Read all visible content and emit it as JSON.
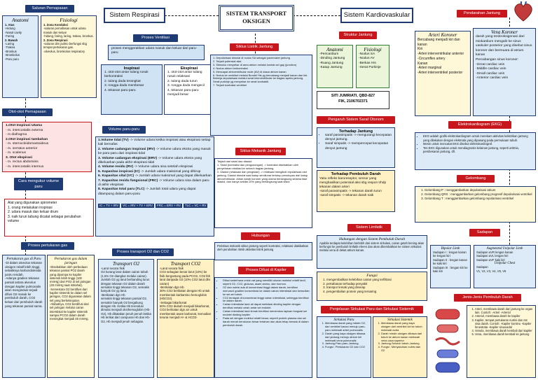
{
  "main": {
    "title_left": "Sistem Respirasi",
    "title_center_line1": "SISTEM TRANSPORT",
    "title_center_line2": "OKSIGEN",
    "title_right": "Sistem Kardiovaskular"
  },
  "author": {
    "line1": "SITI JUMRIATI, QBD-827",
    "line2": "FIK, 2106702371"
  },
  "saluran": {
    "header": "Saluran Pernapasan",
    "anatomi_title": "Anatomi",
    "anatomi_items": [
      "1. Atas",
      "-Hidung",
      "-Nasal cavity",
      "-Faring",
      "2. Bawah",
      "-Laring",
      "-Trakea",
      "-Bronkus",
      "-Bronkiolus",
      "-Paru paru"
    ],
    "fisiologi_title": "Fisiologi",
    "fisiologi_items": [
      "1. Zona Konduksi",
      "-saluran pernafasan untuk udara masuk dan keluar",
      "-hidung, faring, laring, trakea, bronkus.",
      "2. Zona Respirasi",
      "-saluran dim pulmo berfungsi sbg tempat pertukaran gas.",
      "-alveolus, bronkiolus respiratory"
    ]
  },
  "ventilasi": {
    "header": "Proses Ventilasi",
    "desc": "proses menggerakkan udara masuk dan keluar dari paru-paru",
    "inspirasi_title": "Inspirasi",
    "inspirasi_items": [
      "1. otot-otot antar tulang rusuk berkontraksi",
      "2. tulang dada terangkat",
      "3. rongga dada membesar",
      "4. tekanan paru-paru"
    ],
    "ekspirasi_title": "Ekspirasi",
    "ekspirasi_items": [
      "1. otot-otot antar tulang rusuk relaksasi",
      "2. tulang dada turun",
      "3. rongga dada mengecil",
      "4. tekanan paru-paru menjadi besar"
    ]
  },
  "otot": {
    "header": "Otot-otot Pernapasan",
    "items": [
      "1.Otot Inspirasi Utama",
      "- m. intercostalis externa",
      "- m diafragma",
      "2.Otot inspirasi tambahan",
      "- m. sternocleidomastoideus",
      "- m. serratus anterior",
      "- m. scalenus",
      "3. Otot ekspirasi",
      "- m. rectus abdominis",
      "- m. intercostalis internus"
    ]
  },
  "volume": {
    "header": "Volume paru-paru",
    "items": [
      "1.Volume tidal (TV) -> Volume udara ketika inspirasi atau ekspirasi setiap kali bernafas",
      "2. Volume cadangan inspirasi (IRV) -> Volume udara ekstra yang masuk ke paru-paru dari inspirasi tidal",
      "3. Volume cadangan ekspirasi (ERV) -> Volume udara ekstra yang dikeluarkan pada akhir ekspirasi tidal",
      "4. Volume residu (RV) -> Volume udara sisa setelah ekspirasi",
      "5. Kapasitas inspirasi (IC) -> Jumlah udara maksimal yang dihirup",
      "6. Kapasitas vital (VC) -> Jumlah udara maksimal yang dapat dikeluarkan",
      "7. Kapasitas residu fungsional (FRC) -> Volume udara sisa dalam paru di akhir ekspirasi",
      "8. Kapasitas total paru (TLC) -> Jumlah total udara yang dapat ditampung dalam paru-paru"
    ],
    "formulas": [
      "IC = TV + IRV",
      "VC = IRV + TV + ERV",
      "FRC = ERV + RV",
      "TLC = VC + RV"
    ]
  },
  "mengukur": {
    "header": "Cara mengukur volume paru",
    "items": [
      "Alat yang digunakan spirometer",
      "1. orang melakukan inspirasi",
      "2. udara masuk dan keluar drum",
      "3. naik turun tabung dicatat sebagai perubahan volume"
    ]
  },
  "pertukaran": {
    "header": "Proses pertukaran gas",
    "paru_title": "Pertukaran gas di Paru",
    "paru_text": "-Di dalam alveolus tekanan oksigen relatif lebih tinggi, sebaliknya karbondioksida justru rendah.\n-Adanya gradien tekanan parsial antara alveolus dengan kapiler pulmonalis akan mengindusi terjadi difusi O2 masuk ke pembuluh darah, CO2 keluar dari pembuluh darah yang tekanan parsial sama.",
    "jaringan_title": "Pertukaran gas dalam jaringan",
    "jaringan_text": "-Disebabkan oleh perbedaan tekanan parsial PO2 darah yang dipompa ke kapiler sistemik lebih tinggi (100 mmHg) dari PO2 di sel jaringan (40 mmHg saat istirahat).\n-Semestara O2 berdifusi dari kapiler sistemik ke dalam sel jaringan, CO2 digunakan dalam sel yang berkelanjutan.\n-Akibatnya, CO2 berdifusi dari sel jaringan melalui cairan interstisial ke kapiler sistemik sampai PCO2 dalam darah meningkat menjadi 45 mmHg."
  },
  "transport": {
    "header": "Proses transport O2 dan CO2",
    "o2_title": "Transport O2",
    "o2_text": "-Larut secara fisik\nO2 kurang larut dalam cairan tubuh (1,5% O2 diangkut melalui cairan). Jumlah O2 yg larut berbanding lurus dengan tekanan O2 dalam darah semakin tinggi tekanan O2, semakin banyak O2 yg larut.\n-Berikatan dgn Hb\nsemakin tinggi tekanan parsial O2, semakin banyak O2 bergabung dengan Hb. Ketika Hb terendusi dimulai menjadi oksihemoglobin (Hb-O2), Hb dikatakan jenuh penuh ketika Hb terikat dari campuran Hb dan Hb-O2, Hb menjadi jenuh sebagian.",
    "co2_title": "Transport CO2",
    "co2_text": "-Larut secara fisik\nCO2 sebagian besar larut (10%) ke fisik bergantung pada PCO2, CO2 lbh larut daripada O2 (10% CO2 larut dlm cairan)\n-Berikatan dgn Hb\n30% CO2 berikatan dengan Hb untuk membentuk karbamino hemoglobin (HbCO2).\n-Sebagai bikarbonat\n60% CO2 diubah menjadi bikarbonat, CO2 berikatan dgn air untuk membentuk asam karbonat, kemudian terurai menjadi H+ & HCO3-"
  },
  "struktur": {
    "header": "Struktur Jantung",
    "anatomi_title": "Anatomi",
    "anatomi_items": [
      "-Pericardium",
      "-Dinding Jantung",
      "-Ruang Jantung",
      "-Katup Jantung"
    ],
    "fisiologi_title": "Fisiologi",
    "fisiologi_items": [
      "-Nodus SA",
      "-Nodus AV",
      "-Berkas His",
      "-Serat Purkinje"
    ]
  },
  "siklus_listrik": {
    "header": "Siklus Listrik Jantung",
    "items": [
      "Depolarisasi dimulai di nodus SA sebagai pacemaker jantung",
      "Terjadi potensial aksi",
      "Stimulus menyebar di area atrium melalui kontak sel gap (junction)",
      "Nodus atrium berkontraksi",
      "Mencapai atrioventrikular node (AV) di dasar atrium kanan",
      "Nodus ke ventrikel melalui Bundel His yg bercabang menjadi kanan dan kiri. Bekerja depolarisasi melalui serat interventrikular ke bagian apeks jantung. Serat purkinje yg menyebar ke serat kontraktil.",
      "Terjadi kontraksi ventrikel"
    ]
  },
  "siklus_mekanik": {
    "header": "Siklus Mekanik Jantung",
    "text": "Terjadi dari sistol dan diastol:\n1. Sistol (kontraksi dan pengosongan) -> kontraksi disebabkan oleh penyebaran eksitasi ke seluruh bagian jantung.\n2. Diastol (relaksasi dan pengisian) -> relaksasi mengikuti repolarisasi otot jantung. Diastol dimulai saat katup semilunar tertutup penutupan dari katup atrioventrikular. Aliran darah koroner yang utama berlangsung selama fase diastol, dan hanya sekitar 20% yang berlangsung saat sistol"
  },
  "hubungan": {
    "header": "Hubungan",
    "text": "Peristiwa mekanik siklus jantung seperti kontraksi, relaksasi diakibatkan oleh perubahan ritmik aktivitas listrik jantung"
  },
  "saraf": {
    "header": "Pengaruh Sistem Saraf Otonom",
    "terhadap_title": "Terhadap Jantung",
    "terhadap_items": [
      "saraf parasimpatis -> mengurangi kecepatan denyut jantung.",
      "Saraf simpatis -> mempercepat kecepatan denyut jantung"
    ],
    "pembuluh_title": "Terhadap Pembuluh Darah",
    "pembuluh_items": [
      "Yaitu refleks baroreseptor, sensor yang menghasilkan potensial aksi sbg respon trhdp tekanan dalam arteri",
      "-saraf parasimpatis -> tekanan darah turun",
      "-saraf simpatis -> tekanan darah naik"
    ]
  },
  "limfatik": {
    "header": "Sistem Limfatik",
    "hubungan_title": "Hubungan dengan Sistem Pembuluh Darah",
    "hubungan_text": "Apabila terdapat kelebihan berlebih dari sistem sirkulasi, cairan getah bening akan berfungsi ke pembuluh limfatik eferen dan akan dikembalikan ke sistem sirkulasi melalui vena di dekat atrium kanan.",
    "fungsi_title": "Fungsi",
    "fungsi_items": [
      "mengembalikan kelebihan cairan yang terfiltrasi",
      "pertahanan terhadap penyakit",
      "transpor lemak yang diserap",
      "pengembalian protein yang tersaring"
    ]
  },
  "difusi": {
    "header": "Proses Difusi di Kapiler",
    "items": [
      "Difusi sederhana untuk zat yang memiliki ukuran molekul relatif kecil, seperti O2, CO2, glukosa, asam amino, dan hormon.",
      "O2 dan nutrisi ada di konsentrasi tinggi dalam darah, berdifusi menuruni gradien konsentrasi ke dalam cairan interstisial dan kemudian ke sel-sel tubuh.",
      "CO2 terdapat di konsentrasi tinggi cairan interstisial, sehingga berdifusi ke dalam darah.",
      "Cairan interstisial larut air dapat melintasi dinding kapiler dengan berdifusi melalui celah antar sel endotel.",
      "Cairan interstisial larut lemak berdifusi menembus lapisan fungsial sel endotel dinding kapiler.",
      "Pada sel dengan molekul relatif besar, seperti protein plasma dan sel darah merah berukuran besar tertahan dan akan tetap berada di dalam pembuluh darah."
    ]
  },
  "sirkulasi": {
    "header": "Penjelasan Sirkulasi Paru dan Sirkulasi Sistemik",
    "paru_title": "Sirkulasi Paru",
    "paru_items": [
      "Membawa darah yang miskin O2, dari ventrikel kanan menuju paru-paru melewati arteri pulmonalis",
      "Darah yang kaya oksigen dibawa dari jantung menuju atrium kiri melewati vena pulmonalis",
      "Jantung-Paru-paru-Jantung",
      "Fungsi : Pertukaran O2 dan CO2"
    ],
    "sistemik_title": "Sirkulasi Sistemik",
    "sistemik_items": [
      "Membawa darah yang kaya oksigen dari ventrikel kiri ke tubuh melewati aorta",
      "Darah miskin oksigen dibawa dari tubuh ke atrium kanan melewati vena cava superior",
      "Jantung-Seluruh tubuh-Jantung",
      "Fungsi : Menyalurkan nutrisi dan O2"
    ]
  },
  "pendarahan": {
    "header": "Pendarahan Jantung",
    "arteri_title": "Arteri Koroner",
    "arteri_text": "Bercabang menjadi kiri dan kanan\nKiri\n-Arteri interventrikular anterior\n-Circumflex artery\nKanan\n-Arteri marginal\n-Arteri interventrikel posterior",
    "vena_title": "Vena Koroner",
    "vena_text": "darah yang terdeoksigenasi dari miokardium mengalir ke sinus vaskuler posterior yang disebut sinus koroner dan bermuara di atrium kanan\nPercabangan sinus koroner:\n-Great cardiac vein\n-Middle cardiac vein\n-Small cardiac vein\n-Anterior cardiac vein"
  },
  "ekg": {
    "header": "Elektrokardiogram (EKG)",
    "items": [
      "EKG adalah grafik elektrokardiogram untuk merekam aktivitas kelistrikan jantung yang dilakukan dengan elektroda yang dipasang pada permukaan tubuh.",
      "Mesin untuk mencatat EKG disebut elektrokardiograf.",
      "Tes EKG digunakan untuk mendiagnosis kelainan jantung, seperti aritmia, pembesaran jantung, dll."
    ]
  },
  "gelombang": {
    "header": "Gelombang",
    "items": [
      "Gelombang P : menggambarkan depolarisasi atrium",
      "Gelombang QRS : menggambarkan gelombang progresif depolarisasi ventrikel",
      "Gelombang T : menggambarkan gelombang repolarisasi ventrikel"
    ]
  },
  "sadapan": {
    "header": "Sadapan",
    "bipolar_title": "Bipolar Limb",
    "bipolar_text": "Sadapan I : lengan kanan ke lengan kiri\nSadapan II : lengan kanan ke kaki kiri\nSadapan III : lengan kiri ke kaki kiri",
    "augmented_title": "Augmented Unipolar Limb",
    "augmented_text": "Sadapan aVR lengan kanan\nSadapan aVL lengan kiri\nSadapan aVF kaki kiri",
    "chest_title": "Unipolar Chest",
    "chest_text": "Sadapan\nV1, V2, V3, V4, V5, V6"
  },
  "pembuluh": {
    "header": "Jenis-Jenis Pembuluh Darah",
    "items": [
      "Arteri, membawa darah dari jantung ke organ lain. Contoh: -Arteri -Arteriol",
      "Arteriol, membawa darah ke kapiler",
      "Kapiler, tempat pertukaran nutrisi dan zat sisa darah. Contoh: -Kapiler kontinu -Kapiler fenestrata -Kapiler sinusoidal",
      "Venula, membawa darah kembali dari kapiler",
      "Vena, membawa darah kembali ke jantung"
    ]
  }
}
